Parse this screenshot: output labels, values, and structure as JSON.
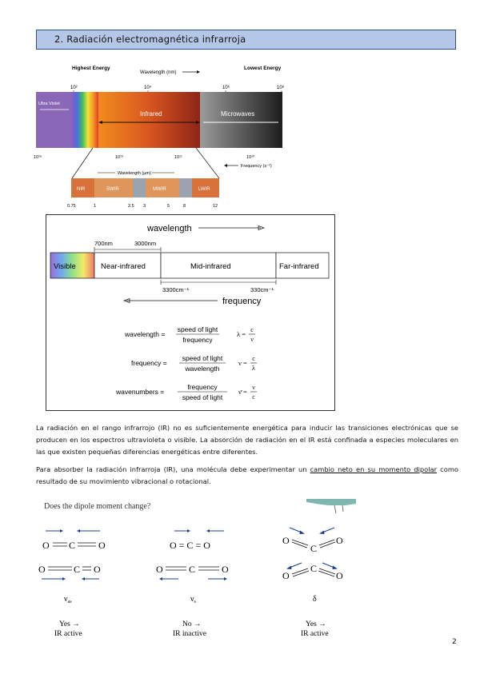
{
  "header": {
    "title": "2.   Radiación electromagnética infrarroja"
  },
  "spectrum": {
    "highest_energy": "Highest Energy",
    "lowest_energy": "Lowest Energy",
    "wavelength_nm": "Wavelength (nm)",
    "wl_ticks": [
      "10²",
      "10⁴",
      "10⁶",
      "10⁸"
    ],
    "uv_label": "Ultra Violet",
    "infrared": "Infrared",
    "microwaves": "Microwaves",
    "freq_ticks": [
      "10¹⁶",
      "10¹³",
      "10¹¹",
      "10¹⁰"
    ],
    "frequency_label": "Frequency (s⁻¹)",
    "wavelength_um": "Wavelength (µm)",
    "bands": [
      "NIR",
      "SWIR",
      "MWIR",
      "LWIR"
    ],
    "band_ticks": [
      "0.75",
      "1",
      "2.5",
      "3",
      "5",
      "8",
      "12"
    ]
  },
  "ir_regions": {
    "wavelength": "wavelength",
    "nm700": "700nm",
    "nm3000": "3000nm",
    "visible": "Visible",
    "near": "Near-infrared",
    "mid": "Mid-infrared",
    "far": "Far-infrared",
    "cm3300": "3300cm⁻¹",
    "cm330": "330cm⁻¹",
    "frequency": "frequency",
    "eq1_lhs": "wavelength =",
    "eq1_num": "speed of light",
    "eq1_den": "frequency",
    "eq1_sym": "λ =",
    "eq1_snum": "c",
    "eq1_sden": "ν",
    "eq2_lhs": "frequency =",
    "eq2_num": "speed of light",
    "eq2_den": "wavelength",
    "eq2_sym": "ν =",
    "eq2_snum": "c",
    "eq2_sden": "λ",
    "eq3_lhs": "wavenumbers =",
    "eq3_num": "frequency",
    "eq3_den": "speed of light",
    "eq3_sym": "ν̄ =",
    "eq3_snum": "ν",
    "eq3_sden": "c"
  },
  "paragraph1": "La radiación en el rango infrarrojo (IR) no es suficientemente energética para inducir las transiciones electrónicas que se producen en los espectros ultravioleta o visible. La absorción de radiación en el IR está confinada a especies moleculares en las que existen pequeñas diferencias energéticas entre diferentes.",
  "paragraph2": {
    "before": "Para absorber la radiación infrarroja (IR), una molécula debe experimentar un ",
    "underlined": "cambio neto en su momento dipolar",
    "after": " como resultado de su movimiento vibracional o rotacional."
  },
  "dipole": {
    "question": "Does the dipole moment change?",
    "mol1": "O = C = O",
    "o": "O",
    "c": "C",
    "mode1": "νas",
    "mode1_base": "ν",
    "mode1_sub": "as",
    "mode2_base": "ν",
    "mode2_sub": "s",
    "mode3": "δ",
    "ans1_a": "Yes →",
    "ans1_b": "IR active",
    "ans2_a": "No →",
    "ans2_b": "IR inactive",
    "ans3_a": "Yes →",
    "ans3_b": "IR active"
  },
  "page_number": "2"
}
